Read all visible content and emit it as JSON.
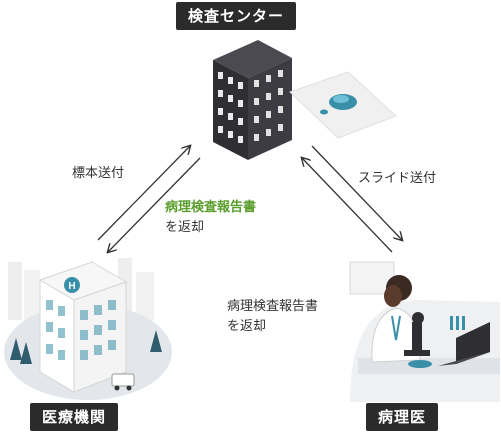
{
  "nodes": {
    "center": "検査センター",
    "hospital": "医療機関",
    "pathologist": "病理医"
  },
  "edges": {
    "hospital_to_center": "標本送付",
    "center_to_hospital_report": "病理検査報告書",
    "center_to_hospital_return": "を返却",
    "center_to_pathologist": "スライド送付",
    "pathologist_to_center_report": "病理検査報告書",
    "pathologist_to_center_return": "を返却"
  },
  "colors": {
    "label_bg": "#2b2b2b",
    "highlight": "#5a9e2c",
    "building": "#2f2f33",
    "accent": "#3a8fa8"
  }
}
